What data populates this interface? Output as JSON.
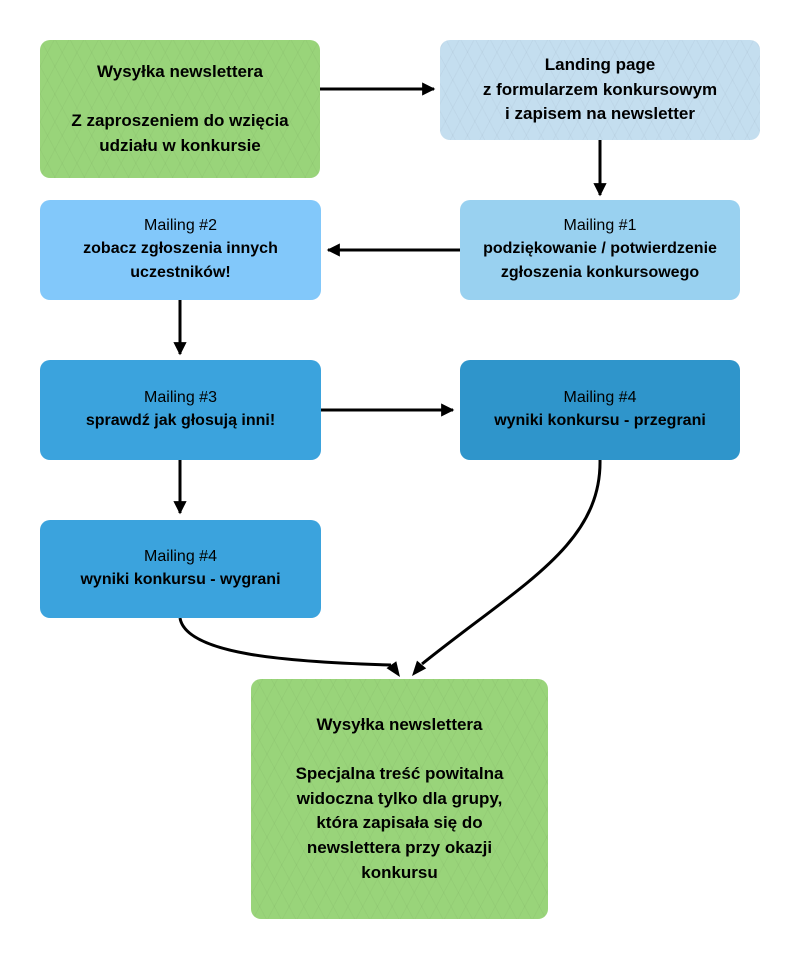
{
  "diagram": {
    "type": "flowchart",
    "language": "pl",
    "arrow_color": "#000000",
    "background_color": "#ffffff"
  },
  "nodes": {
    "invite": {
      "color": "#99d47a",
      "lines": [
        "Wysyłka newslettera",
        "",
        "Z zaproszeniem do wzięcia",
        "udziału w konkursie"
      ]
    },
    "landing": {
      "color": "#c4deef",
      "lines": [
        "Landing page",
        "z formularzem konkursowym",
        "i zapisem na newsletter"
      ]
    },
    "mailing1": {
      "color": "#99d1f0",
      "lines": [
        "Mailing #1",
        "podziękowanie / potwierdzenie",
        "zgłoszenia konkursowego"
      ]
    },
    "mailing2": {
      "color": "#82c8fa",
      "lines": [
        "Mailing #2",
        "zobacz zgłoszenia innych",
        "uczestników!"
      ]
    },
    "mailing3": {
      "color": "#3ba3dd",
      "lines": [
        "Mailing #3",
        "sprawdź jak głosują inni!"
      ]
    },
    "mailing4_losers": {
      "color": "#2f95cb",
      "lines": [
        "Mailing #4",
        "wyniki konkursu - przegrani"
      ]
    },
    "mailing4_winners": {
      "color": "#3ba3dd",
      "lines": [
        "Mailing #4",
        "wyniki konkursu - wygrani"
      ]
    },
    "final": {
      "color": "#99d47a",
      "lines": [
        "Wysyłka newslettera",
        "",
        "Specjalna treść powitalna",
        "widoczna tylko dla grupy,",
        "która zapisała się do",
        "newslettera przy okazji",
        "konkursu"
      ]
    }
  },
  "edges": [
    {
      "from": "invite",
      "to": "landing"
    },
    {
      "from": "landing",
      "to": "mailing1"
    },
    {
      "from": "mailing1",
      "to": "mailing2"
    },
    {
      "from": "mailing2",
      "to": "mailing3"
    },
    {
      "from": "mailing3",
      "to": "mailing4_losers"
    },
    {
      "from": "mailing3",
      "to": "mailing4_winners"
    },
    {
      "from": "mailing4_winners",
      "to": "final"
    },
    {
      "from": "mailing4_losers",
      "to": "final"
    }
  ]
}
